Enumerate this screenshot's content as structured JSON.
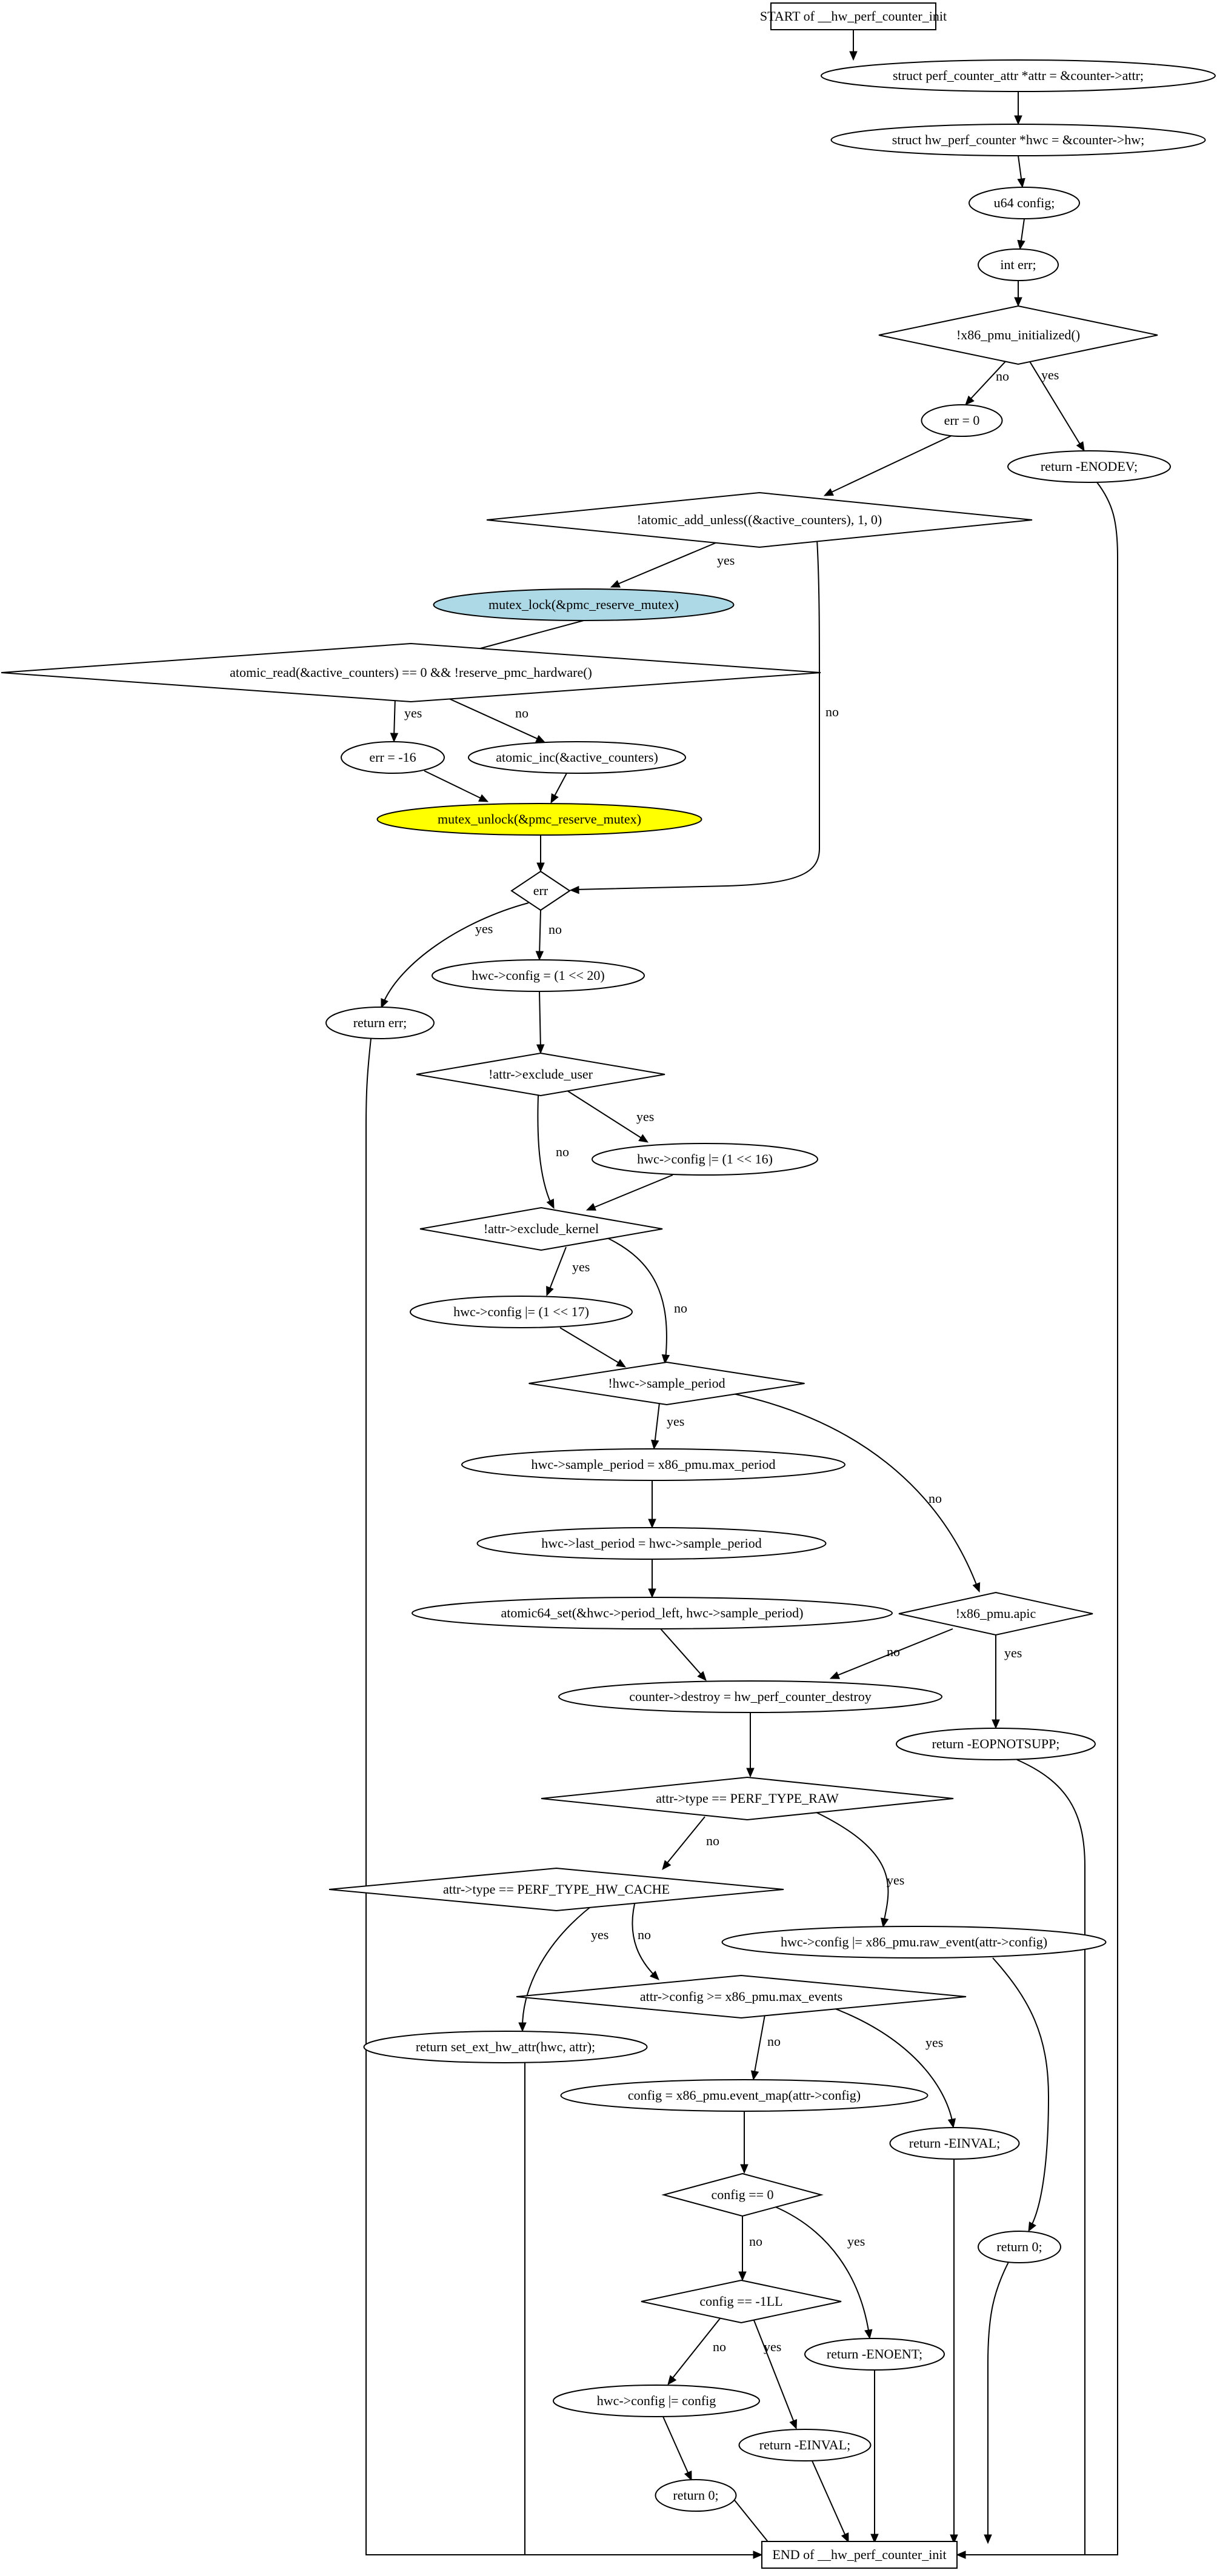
{
  "flowchart": {
    "nodes": [
      {
        "id": "start",
        "label": "START of __hw_perf_counter_init"
      },
      {
        "id": "n1",
        "label": "struct perf_counter_attr *attr = &counter->attr;"
      },
      {
        "id": "n2",
        "label": "struct hw_perf_counter *hwc = &counter->hw;"
      },
      {
        "id": "n3",
        "label": "u64 config;"
      },
      {
        "id": "n4",
        "label": "int err;"
      },
      {
        "id": "d1",
        "label": "!x86_pmu_initialized()"
      },
      {
        "id": "n5",
        "label": "err = 0"
      },
      {
        "id": "r1",
        "label": "return -ENODEV;"
      },
      {
        "id": "d2",
        "label": "!atomic_add_unless((&active_counters), 1, 0)"
      },
      {
        "id": "n6",
        "label": "mutex_lock(&pmc_reserve_mutex)"
      },
      {
        "id": "d3",
        "label": "atomic_read(&active_counters) == 0 && !reserve_pmc_hardware()"
      },
      {
        "id": "n7",
        "label": "err = -16"
      },
      {
        "id": "n8",
        "label": "atomic_inc(&active_counters)"
      },
      {
        "id": "n9",
        "label": "mutex_unlock(&pmc_reserve_mutex)"
      },
      {
        "id": "d4",
        "label": "err"
      },
      {
        "id": "r2",
        "label": "return err;"
      },
      {
        "id": "n10",
        "label": "hwc->config = (1 << 20)"
      },
      {
        "id": "d5",
        "label": "!attr->exclude_user"
      },
      {
        "id": "n11",
        "label": "hwc->config |= (1 << 16)"
      },
      {
        "id": "d6",
        "label": "!attr->exclude_kernel"
      },
      {
        "id": "n12",
        "label": "hwc->config |= (1 << 17)"
      },
      {
        "id": "d7",
        "label": "!hwc->sample_period"
      },
      {
        "id": "n13",
        "label": "hwc->sample_period = x86_pmu.max_period"
      },
      {
        "id": "n14",
        "label": "hwc->last_period = hwc->sample_period"
      },
      {
        "id": "n15",
        "label": "atomic64_set(&hwc->period_left, hwc->sample_period)"
      },
      {
        "id": "d8",
        "label": "!x86_pmu.apic"
      },
      {
        "id": "n16",
        "label": "counter->destroy = hw_perf_counter_destroy"
      },
      {
        "id": "r3",
        "label": "return -EOPNOTSUPP;"
      },
      {
        "id": "d9",
        "label": "attr->type == PERF_TYPE_RAW"
      },
      {
        "id": "d10",
        "label": "attr->type == PERF_TYPE_HW_CACHE"
      },
      {
        "id": "n17",
        "label": "hwc->config |= x86_pmu.raw_event(attr->config)"
      },
      {
        "id": "d11",
        "label": "attr->config >= x86_pmu.max_events"
      },
      {
        "id": "r4",
        "label": "return set_ext_hw_attr(hwc, attr);"
      },
      {
        "id": "n18",
        "label": "config = x86_pmu.event_map(attr->config)"
      },
      {
        "id": "r5",
        "label": "return -EINVAL;"
      },
      {
        "id": "d12",
        "label": "config == 0"
      },
      {
        "id": "r6",
        "label": "return 0;"
      },
      {
        "id": "d13",
        "label": "config == -1LL"
      },
      {
        "id": "r7",
        "label": "return -ENOENT;"
      },
      {
        "id": "n19",
        "label": "hwc->config |= config"
      },
      {
        "id": "r8",
        "label": "return -EINVAL;"
      },
      {
        "id": "r9",
        "label": "return 0;"
      },
      {
        "id": "end",
        "label": "END of __hw_perf_counter_init"
      }
    ],
    "edges": [
      {
        "from": "start",
        "to": "n1",
        "label": ""
      },
      {
        "from": "n1",
        "to": "n2",
        "label": ""
      },
      {
        "from": "n2",
        "to": "n3",
        "label": ""
      },
      {
        "from": "n3",
        "to": "n4",
        "label": ""
      },
      {
        "from": "n4",
        "to": "d1",
        "label": ""
      },
      {
        "from": "d1",
        "to": "n5",
        "label": "no"
      },
      {
        "from": "d1",
        "to": "r1",
        "label": "yes"
      },
      {
        "from": "n5",
        "to": "d2",
        "label": ""
      },
      {
        "from": "r1",
        "to": "end",
        "label": ""
      },
      {
        "from": "d2",
        "to": "n6",
        "label": "yes"
      },
      {
        "from": "d2",
        "to": "d4",
        "label": "no"
      },
      {
        "from": "n6",
        "to": "d3",
        "label": ""
      },
      {
        "from": "d3",
        "to": "n7",
        "label": "yes"
      },
      {
        "from": "d3",
        "to": "n8",
        "label": "no"
      },
      {
        "from": "n7",
        "to": "n9",
        "label": ""
      },
      {
        "from": "n8",
        "to": "n9",
        "label": ""
      },
      {
        "from": "n9",
        "to": "d4",
        "label": ""
      },
      {
        "from": "d4",
        "to": "r2",
        "label": "yes"
      },
      {
        "from": "d4",
        "to": "n10",
        "label": "no"
      },
      {
        "from": "r2",
        "to": "end",
        "label": ""
      },
      {
        "from": "n10",
        "to": "d5",
        "label": ""
      },
      {
        "from": "d5",
        "to": "n11",
        "label": "yes"
      },
      {
        "from": "d5",
        "to": "d6",
        "label": "no"
      },
      {
        "from": "n11",
        "to": "d6",
        "label": ""
      },
      {
        "from": "d6",
        "to": "n12",
        "label": "yes"
      },
      {
        "from": "d6",
        "to": "d7",
        "label": "no"
      },
      {
        "from": "n12",
        "to": "d7",
        "label": ""
      },
      {
        "from": "d7",
        "to": "n13",
        "label": "yes"
      },
      {
        "from": "d7",
        "to": "d8",
        "label": "no"
      },
      {
        "from": "n13",
        "to": "n14",
        "label": ""
      },
      {
        "from": "n14",
        "to": "n15",
        "label": ""
      },
      {
        "from": "n15",
        "to": "n16",
        "label": ""
      },
      {
        "from": "d8",
        "to": "n16",
        "label": "no"
      },
      {
        "from": "d8",
        "to": "r3",
        "label": "yes"
      },
      {
        "from": "r3",
        "to": "end",
        "label": ""
      },
      {
        "from": "n16",
        "to": "d9",
        "label": ""
      },
      {
        "from": "d9",
        "to": "d10",
        "label": "no"
      },
      {
        "from": "d9",
        "to": "n17",
        "label": "yes"
      },
      {
        "from": "d10",
        "to": "r4",
        "label": "yes"
      },
      {
        "from": "d10",
        "to": "d11",
        "label": "no"
      },
      {
        "from": "n17",
        "to": "r6",
        "label": ""
      },
      {
        "from": "d11",
        "to": "n18",
        "label": "no"
      },
      {
        "from": "d11",
        "to": "r5",
        "label": "yes"
      },
      {
        "from": "r4",
        "to": "end",
        "label": ""
      },
      {
        "from": "n18",
        "to": "d12",
        "label": ""
      },
      {
        "from": "r5",
        "to": "end",
        "label": ""
      },
      {
        "from": "d12",
        "to": "d13",
        "label": "no"
      },
      {
        "from": "d12",
        "to": "r7",
        "label": "yes"
      },
      {
        "from": "r6",
        "to": "end",
        "label": ""
      },
      {
        "from": "d13",
        "to": "n19",
        "label": "no"
      },
      {
        "from": "d13",
        "to": "r8",
        "label": "yes"
      },
      {
        "from": "r7",
        "to": "end",
        "label": ""
      },
      {
        "from": "n19",
        "to": "r9",
        "label": ""
      },
      {
        "from": "r8",
        "to": "end",
        "label": ""
      },
      {
        "from": "r9",
        "to": "end",
        "label": ""
      }
    ]
  },
  "colors": {
    "mutex_lock_fill": "#add8e6",
    "mutex_unlock_fill": "#ffff00",
    "line": "#000000",
    "background": "#ffffff"
  }
}
